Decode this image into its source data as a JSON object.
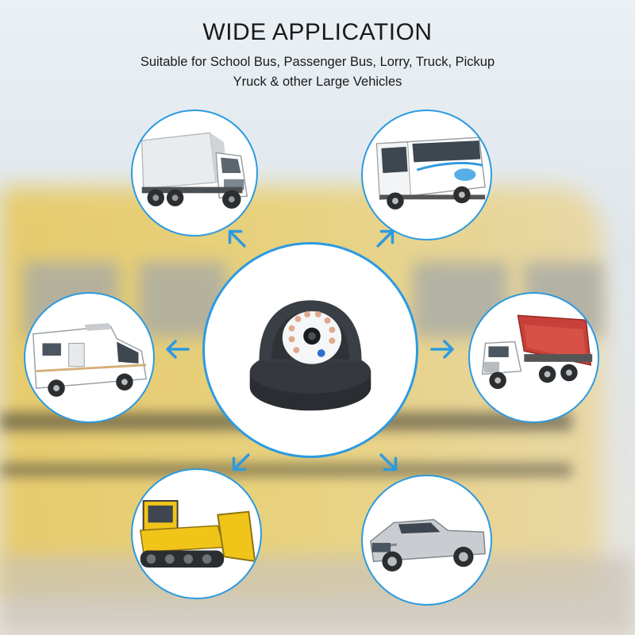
{
  "header": {
    "title": "WIDE APPLICATION",
    "subtitle_line1": "Suitable for School Bus, Passenger Bus, Lorry, Truck, Pickup",
    "subtitle_line2": "Yruck & other Large Vehicles"
  },
  "colors": {
    "accent": "#2d9ae0",
    "bus_yellow": "#e7c658",
    "text": "#1a1a1a"
  },
  "icons": [
    "box-truck-icon",
    "passenger-bus-icon",
    "motorhome-icon",
    "camera-icon",
    "dump-truck-icon",
    "bulldozer-icon",
    "pickup-truck-icon",
    "arrow-icon"
  ]
}
